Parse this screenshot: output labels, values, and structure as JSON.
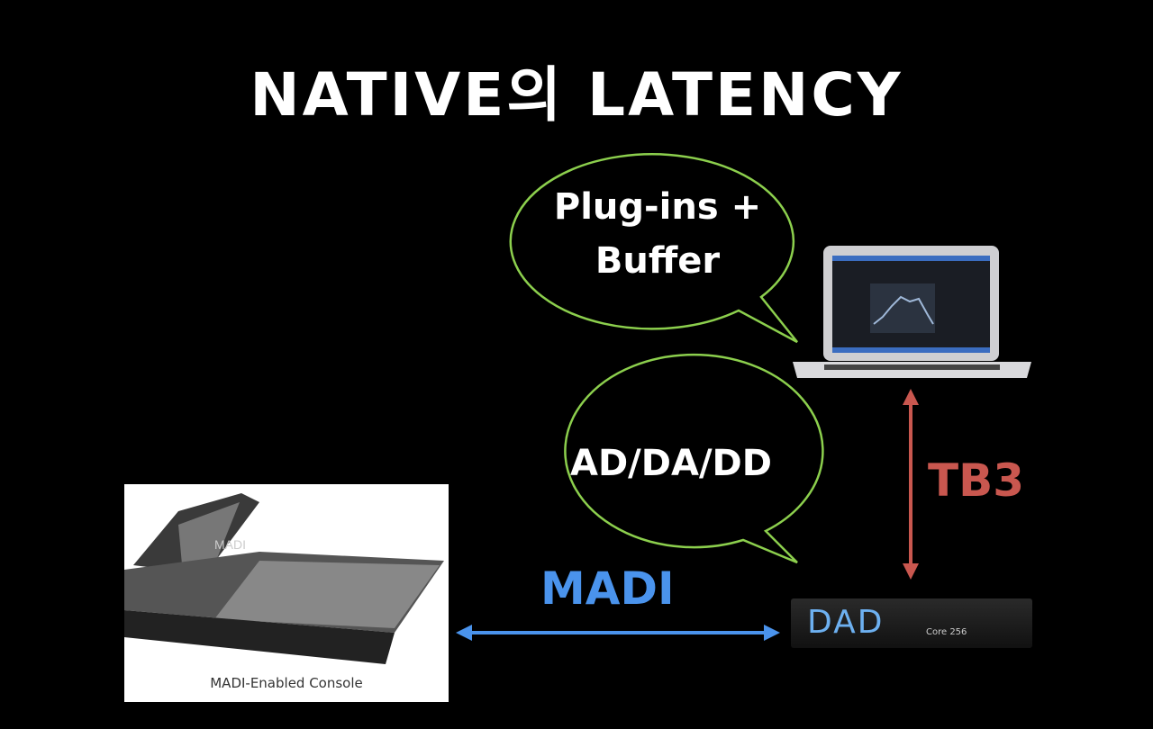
{
  "title": "NATIVE의 LATENCY",
  "bubbles": {
    "top": {
      "line1": "Plug-ins +",
      "line2": "Buffer"
    },
    "bottom": "AD/DA/DD"
  },
  "labels": {
    "madi": "MADI",
    "tb3": "TB3"
  },
  "console": {
    "screen_text": "MADI",
    "caption": "MADI-Enabled Console"
  },
  "dad": {
    "logo": "DAD",
    "model": "Core 256"
  },
  "colors": {
    "bubble_stroke": "#8ccf4d",
    "madi": "#4a93ec",
    "tb3": "#c9574f"
  }
}
